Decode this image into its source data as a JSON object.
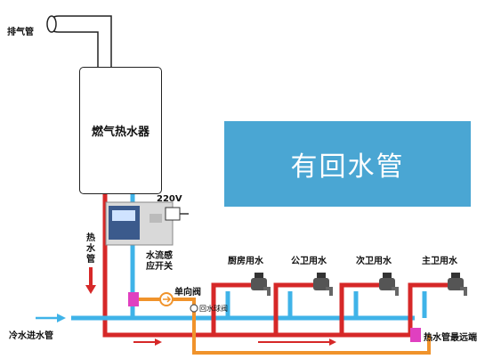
{
  "labels": {
    "exhaust_pipe": "排气管",
    "heater": "燃气热水器",
    "hot_water_pipe": "热水管",
    "voltage": "220V",
    "flow_switch": "水流感应开关",
    "check_valve": "单向阀",
    "return_ball_valve": "回水球阀",
    "cold_inlet": "冷水进水管",
    "farthest_hot": "热水管最远端",
    "banner": "有回水管"
  },
  "faucets": [
    {
      "label": "厨房用水"
    },
    {
      "label": "公卫用水"
    },
    {
      "label": "次卫用水"
    },
    {
      "label": "主卫用水"
    }
  ],
  "colors": {
    "hot": "#d62828",
    "cold": "#3fb3e8",
    "return": "#f0932b",
    "banner": "#4aa6d3",
    "pump": "#e040c0"
  }
}
